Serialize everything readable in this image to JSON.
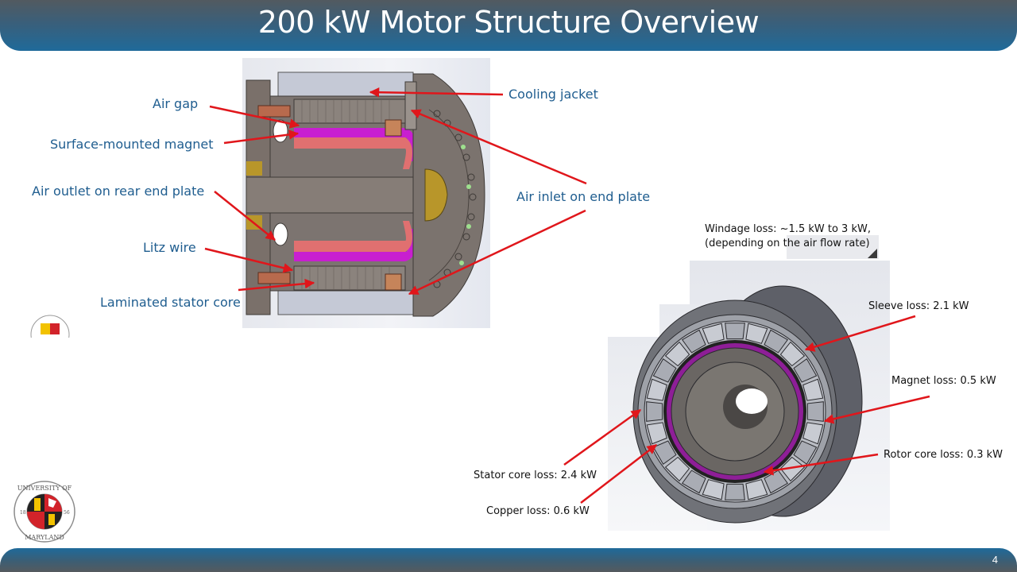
{
  "slide": {
    "title": "200 kW Motor Structure Overview",
    "page_number": "4"
  },
  "cross_section": {
    "image_name": "motor-cross-section-cad",
    "labels": {
      "air_gap": "Air gap",
      "surface_magnet": "Surface-mounted magnet",
      "air_outlet": "Air outlet on rear end plate",
      "litz_wire": "Litz wire",
      "stator_core": "Laminated stator core",
      "cooling_jacket": "Cooling jacket",
      "air_inlet": "Air inlet on end plate"
    }
  },
  "loss_diagram": {
    "image_name": "motor-front-view-cad",
    "windage_line1": "Windage loss: ~1.5 kW to 3 kW,",
    "windage_line2": "(depending on the air flow rate)",
    "sleeve": "Sleeve loss: 2.1 kW",
    "magnet": "Magnet loss: 0.5 kW",
    "rotor_core": "Rotor core loss: 0.3 kW",
    "stator_core": "Stator core loss: 2.4 kW",
    "copper": "Copper loss: 0.6 kW"
  },
  "logo": {
    "top_text": "UNIVERSITY OF",
    "bottom_text": "MARYLAND",
    "year_left": "18",
    "year_right": "56"
  },
  "colors": {
    "title_bar": "#1f6a9a",
    "label_text": "#1f5d8f",
    "arrow": "#e0161b",
    "magnet": "#b01fc0"
  }
}
